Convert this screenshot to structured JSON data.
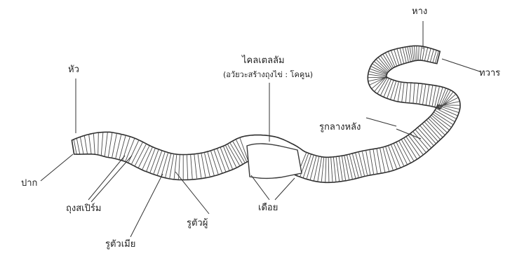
{
  "diagram": {
    "labels": {
      "head": "หัว",
      "mouth": "ปาก",
      "sperm_sac": "ถุงสเปิร์ม",
      "female_pore": "รูตัวเมีย",
      "male_pore": "รูตัวผู้",
      "setae": "เดือย",
      "clitellum": "ไคลเตลลัม",
      "clitellum_note": "(อวัยวะสร้างถุงไข่ : โคคูน)",
      "dorsal_pores": "รูกลางหลัง",
      "tail": "หาง",
      "anus": "ทวาร"
    }
  }
}
